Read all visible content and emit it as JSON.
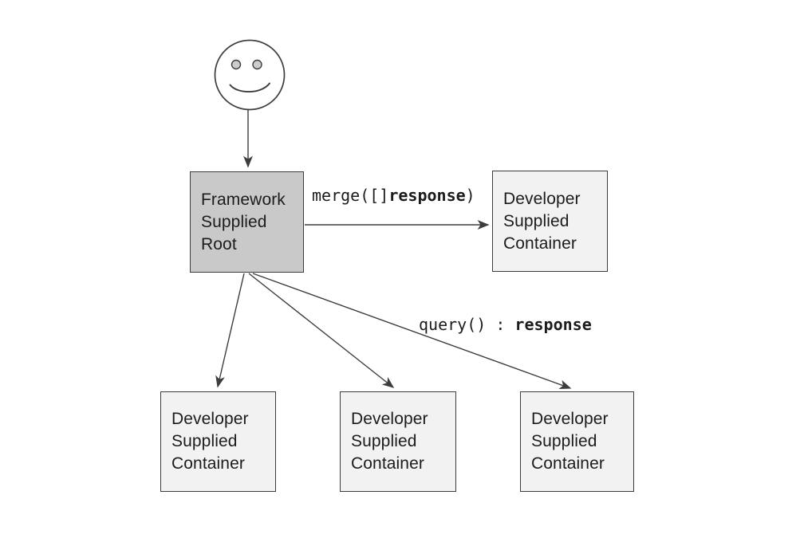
{
  "diagram": {
    "actor": {
      "icon": "smiley-face-icon"
    },
    "nodes": {
      "root": {
        "label": "Framework\nSupplied\nRoot"
      },
      "container_top_right": {
        "label": "Developer\nSupplied\nContainer"
      },
      "container_bottom_left": {
        "label": "Developer\nSupplied\nContainer"
      },
      "container_bottom_middle": {
        "label": "Developer\nSupplied\nContainer"
      },
      "container_bottom_right": {
        "label": "Developer\nSupplied\nContainer"
      }
    },
    "edge_labels": {
      "merge": {
        "prefix": "merge([]",
        "bold": "response",
        "suffix": ")"
      },
      "query": {
        "prefix": "query() : ",
        "bold": "response",
        "suffix": ""
      }
    }
  },
  "colors": {
    "background": "#ffffff",
    "root_fill": "#c9c9c9",
    "container_fill": "#f2f2f2",
    "border": "#3c3c3c",
    "line": "#3d3d3d",
    "text": "#1c1c1c"
  }
}
